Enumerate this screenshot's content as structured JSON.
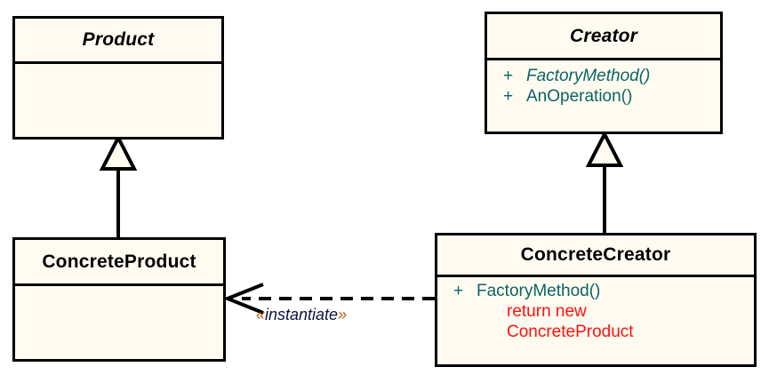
{
  "diagram": {
    "title": "Factory Method pattern UML class diagram",
    "type": "uml-class-diagram",
    "colors": {
      "class_fill": "#FFFBF0",
      "class_border": "#000000",
      "member_text": "#0B6464",
      "code_text": "#FF1010",
      "label_text": "#10103C",
      "guillemet": "#B05A10",
      "background": "#FFFFFF"
    }
  },
  "classes": {
    "product": {
      "name": "Product",
      "abstract": true,
      "members": []
    },
    "creator": {
      "name": "Creator",
      "abstract": true,
      "members": [
        {
          "visibility": "+",
          "name": "FactoryMethod()",
          "abstract": true
        },
        {
          "visibility": "+",
          "name": "AnOperation()",
          "abstract": false
        }
      ]
    },
    "concrete_product": {
      "name": "ConcreteProduct",
      "abstract": false,
      "members": []
    },
    "concrete_creator": {
      "name": "ConcreteCreator",
      "abstract": false,
      "members": [
        {
          "visibility": "+",
          "name": "FactoryMethod()",
          "abstract": false
        }
      ],
      "code_lines": [
        "return new",
        "ConcreteProduct"
      ]
    }
  },
  "relationships": {
    "product_generalization": {
      "kind": "generalization",
      "from": "ConcreteProduct",
      "to": "Product",
      "label": ""
    },
    "creator_generalization": {
      "kind": "generalization",
      "from": "ConcreteCreator",
      "to": "Creator",
      "label": ""
    },
    "instantiate_dependency": {
      "kind": "dependency",
      "from": "ConcreteCreator",
      "to": "ConcreteProduct",
      "label": "«instantiate»",
      "label_open": "«",
      "label_text": "instantiate",
      "label_close": "»"
    }
  }
}
